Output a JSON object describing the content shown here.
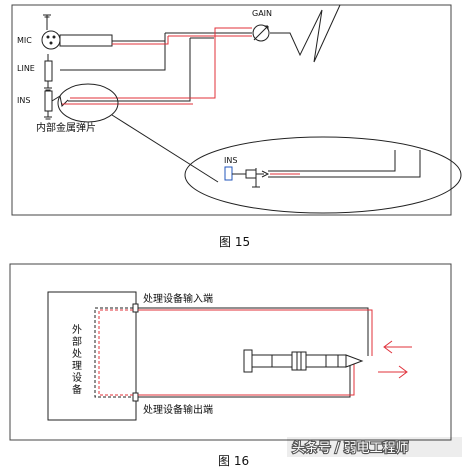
{
  "figure15": {
    "label_mic": "MIC",
    "label_line": "LINE",
    "label_ins": "INS",
    "label_gain": "GAIN",
    "label_inner_spring": "内部金属弹片",
    "label_zoom_ins": "INS",
    "caption": "图 15"
  },
  "figure16": {
    "label_device_vertical": [
      "外",
      "部",
      "处",
      "理",
      "设",
      "备"
    ],
    "label_input": "处理设备输入端",
    "label_output": "处理设备输出端",
    "caption": "图 16"
  },
  "watermark": {
    "text": "头条号 / 弱电工程师"
  },
  "colors": {
    "wire_black": "#222222",
    "wire_red": "#e0303a",
    "frame": "#444444",
    "arrow_red": "#e0303a",
    "ground_blue": "#2255bb"
  }
}
